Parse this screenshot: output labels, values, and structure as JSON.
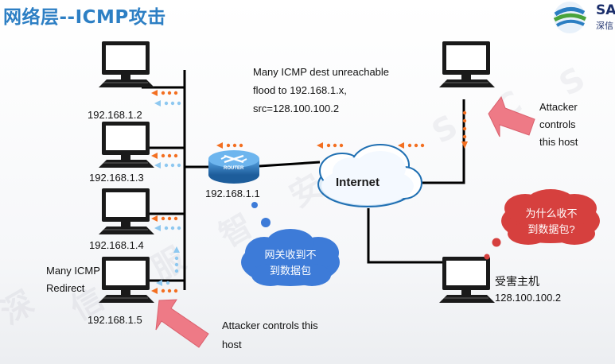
{
  "title": "网络层--ICMP攻击",
  "logo": {
    "line1": "SA",
    "line2": "深信"
  },
  "watermark": [
    "深",
    "信",
    "服",
    "智",
    "安",
    "全",
    "S",
    "C",
    "S"
  ],
  "hosts": [
    {
      "ip": "192.168.1.2"
    },
    {
      "ip": "192.168.1.3"
    },
    {
      "ip": "192.168.1.4"
    },
    {
      "ip": "192.168.1.5"
    }
  ],
  "router": {
    "badge": "ROUTER",
    "ip": "192.168.1.1"
  },
  "internet": {
    "label": "Internet"
  },
  "flood_note": {
    "line1": "Many ICMP dest unreachable",
    "line2": "flood to  192.168.1.x,",
    "line3": "src=128.100.100.2"
  },
  "redirect_note": {
    "line1": "Many ICMP",
    "line2": "Redirect"
  },
  "attacker_top": {
    "line1": "Attacker",
    "line2": "controls",
    "line3": "this host"
  },
  "attacker_bottom": {
    "line1": "Attacker controls this",
    "line2": "host"
  },
  "victim": {
    "label": "受害主机",
    "ip": "128.100.100.2"
  },
  "gateway_thought": {
    "line1": "网关收到不",
    "line2": "到数据包"
  },
  "victim_thought": {
    "line1": "为什么收不",
    "line2": "到数据包?"
  },
  "colors": {
    "title": "#2d7fc4",
    "accent_orange": "#f36f21",
    "light_blue": "#8ec8f0",
    "pink_arrow": "#ee7a86",
    "red_thought": "#d6403e",
    "blue_thought": "#3d7bd8"
  }
}
